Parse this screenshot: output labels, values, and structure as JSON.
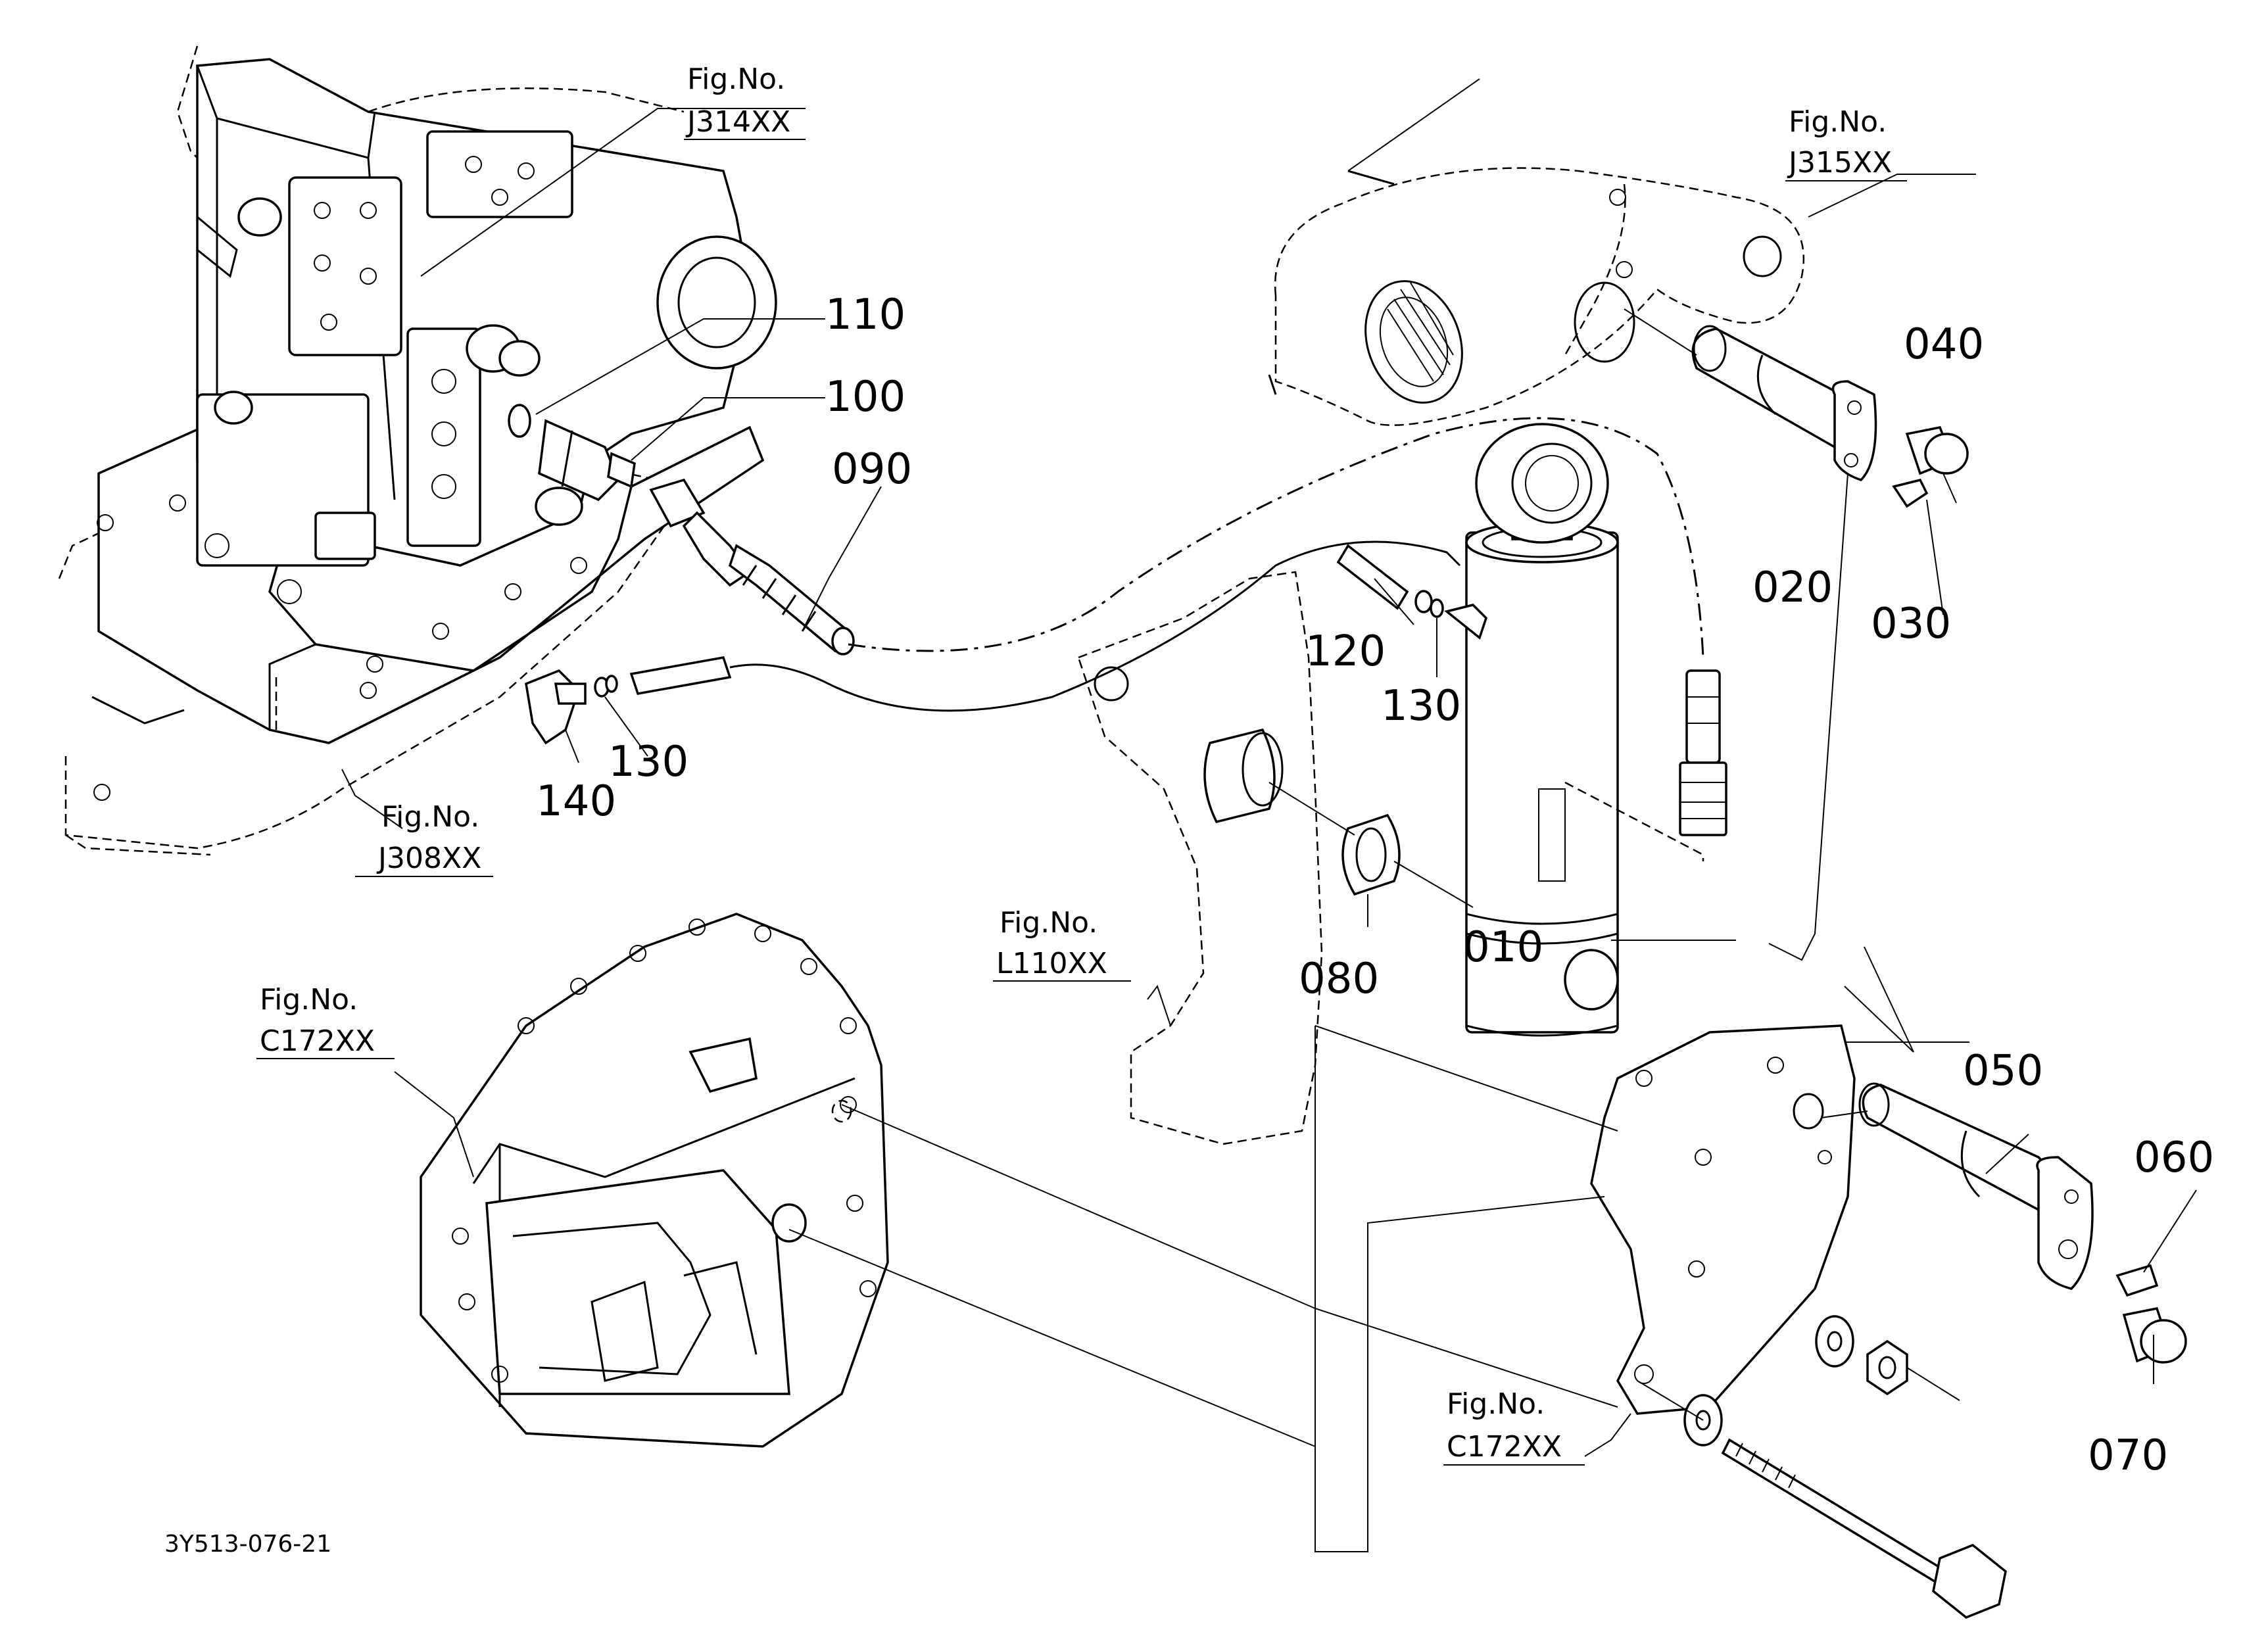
{
  "diagram": {
    "drawing_code": "3Y513-076-21",
    "part_labels": {
      "p010": "010",
      "p020": "020",
      "p030": "030",
      "p040": "040",
      "p050": "050",
      "p060": "060",
      "p070": "070",
      "p080": "080",
      "p090": "090",
      "p100": "100",
      "p110": "110",
      "p120": "120",
      "p130a": "130",
      "p130b": "130",
      "p140": "140"
    },
    "figure_references": {
      "j314": {
        "prefix": "Fig.No.",
        "code": "J314XX"
      },
      "j315": {
        "prefix": "Fig.No.",
        "code": "J315XX"
      },
      "j308": {
        "prefix": "Fig.No.",
        "code": "J308XX"
      },
      "l110": {
        "prefix": "Fig.No.",
        "code": "L110XX"
      },
      "c172a": {
        "prefix": "Fig.No.",
        "code": "C172XX"
      },
      "c172b": {
        "prefix": "Fig.No.",
        "code": "C172XX"
      }
    }
  }
}
